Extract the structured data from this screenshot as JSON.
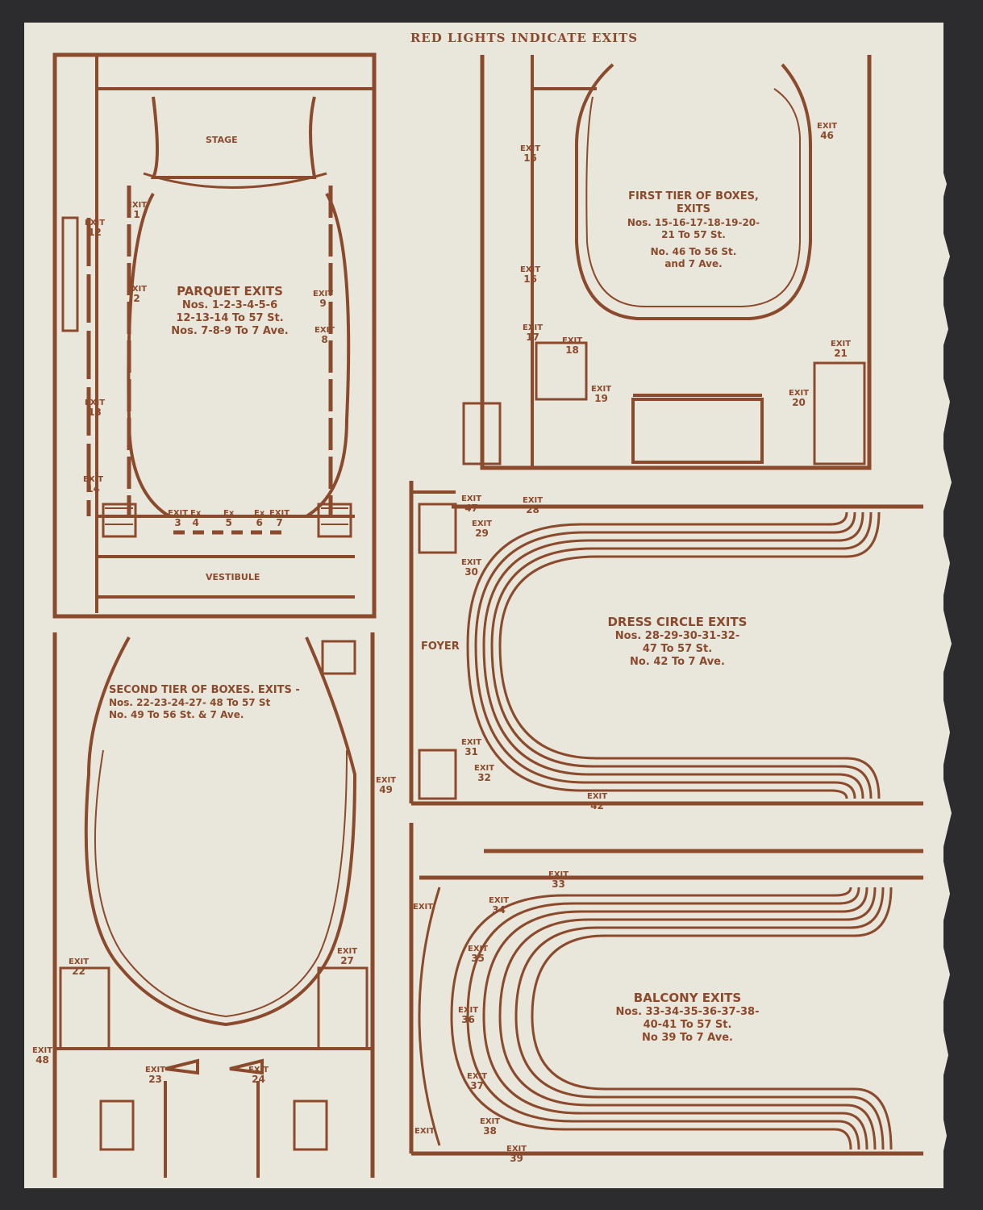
{
  "header": "RED LIGHTS INDICATE EXITS",
  "colors": {
    "ink": "#8b4a2b",
    "paper": "#e9e6dc",
    "background": "#2c2c2e"
  },
  "parquet": {
    "stage": "STAGE",
    "vestibule": "VESTIBULE",
    "caption": [
      "PARQUET EXITS",
      "Nos. 1-2-3-4-5-6",
      "12-13-14 To 57 St.",
      "Nos. 7-8-9 To 7 Ave."
    ],
    "exits": [
      {
        "label": "EXIT",
        "num": "1"
      },
      {
        "label": "EXIT",
        "num": "2"
      },
      {
        "label": "EXIT",
        "num": "3"
      },
      {
        "label": "Ex",
        "num": "4"
      },
      {
        "label": "Ex",
        "num": "5"
      },
      {
        "label": "Ex",
        "num": "6"
      },
      {
        "label": "EXIT",
        "num": "7"
      },
      {
        "label": "EXIT",
        "num": "8"
      },
      {
        "label": "EXIT",
        "num": "9"
      },
      {
        "label": "EXIT",
        "num": "12"
      },
      {
        "label": "EXIT",
        "num": "13"
      },
      {
        "label": "EXIT",
        "num": "14"
      }
    ]
  },
  "first_tier": {
    "caption": [
      "FIRST TIER OF BOXES, EXITS",
      "Nos. 15-16-17-18-19-20-",
      "21 To 57 St.",
      "No. 46 To 56 St.",
      "and 7 Ave."
    ],
    "exits": [
      {
        "label": "EXIT",
        "num": "15"
      },
      {
        "label": "EXIT",
        "num": "16"
      },
      {
        "label": "EXIT",
        "num": "17"
      },
      {
        "label": "EXIT",
        "num": "18"
      },
      {
        "label": "EXIT",
        "num": "19"
      },
      {
        "label": "EXIT",
        "num": "20"
      },
      {
        "label": "EXIT",
        "num": "21"
      },
      {
        "label": "EXIT",
        "num": "46"
      }
    ]
  },
  "dress_circle": {
    "foyer": "FOYER",
    "caption": [
      "DRESS CIRCLE EXITS",
      "Nos. 28-29-30-31-32-",
      "47 To 57 St.",
      "No. 42 To 7 Ave."
    ],
    "exits": [
      {
        "label": "EXIT",
        "num": "47"
      },
      {
        "label": "EXIT",
        "num": "28"
      },
      {
        "label": "EXIT",
        "num": "29"
      },
      {
        "label": "EXIT",
        "num": "30"
      },
      {
        "label": "EXIT",
        "num": "31"
      },
      {
        "label": "EXIT",
        "num": "32"
      },
      {
        "label": "EXIT",
        "num": "42"
      }
    ]
  },
  "second_tier": {
    "caption": [
      "SECOND TIER OF BOXES. EXITS -",
      "Nos. 22-23-24-27- 48 To 57 St",
      "No. 49 To 56 St. & 7 Ave."
    ],
    "exits": [
      {
        "label": "EXIT",
        "num": "22"
      },
      {
        "label": "EXIT",
        "num": "23"
      },
      {
        "label": "EXIT",
        "num": "24"
      },
      {
        "label": "EXIT",
        "num": "27"
      },
      {
        "label": "EXIT",
        "num": "48"
      },
      {
        "label": "EXIT",
        "num": "49"
      }
    ]
  },
  "balcony": {
    "caption": [
      "BALCONY EXITS",
      "Nos. 33-34-35-36-37-38-",
      "40-41 To 57 St.",
      "No 39 To 7 Ave."
    ],
    "exits": [
      {
        "label": "EXIT",
        "num": "33"
      },
      {
        "label": "EXIT",
        "num": "34"
      },
      {
        "label": "EXIT",
        "num": "35"
      },
      {
        "label": "EXIT",
        "num": "36"
      },
      {
        "label": "EXIT",
        "num": "37"
      },
      {
        "label": "EXIT",
        "num": "38"
      },
      {
        "label": "EXIT",
        "num": "39"
      },
      {
        "label": "EXIT",
        "num": ""
      },
      {
        "label": "EXIT",
        "num": ""
      }
    ]
  }
}
